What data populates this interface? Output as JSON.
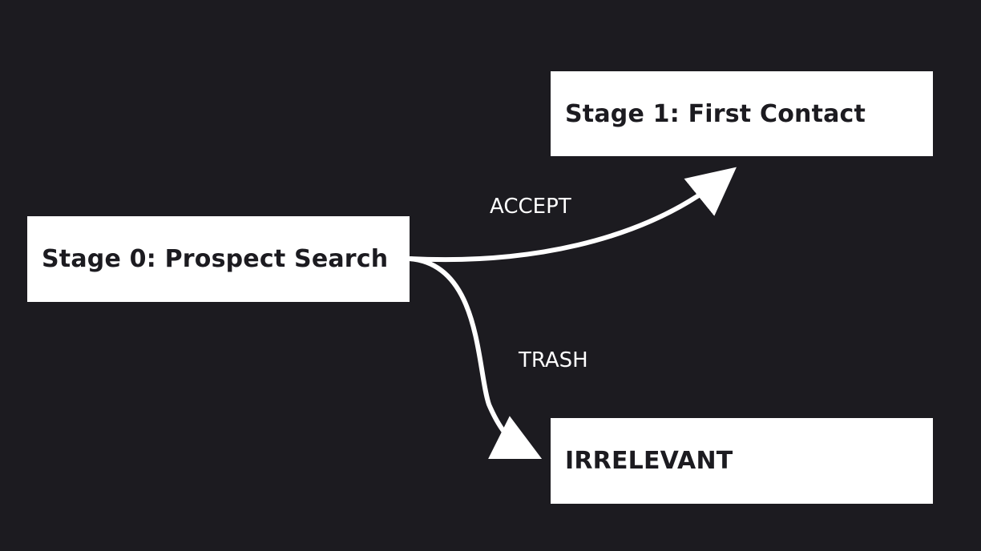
{
  "diagram": {
    "nodes": [
      {
        "id": "stage0",
        "label": "Stage 0: Prospect Search"
      },
      {
        "id": "stage1",
        "label": "Stage 1: First Contact"
      },
      {
        "id": "irrelevant",
        "label": "IRRELEVANT"
      }
    ],
    "edges": [
      {
        "from": "stage0",
        "to": "stage1",
        "label": "ACCEPT"
      },
      {
        "from": "stage0",
        "to": "irrelevant",
        "label": "TRASH"
      }
    ]
  },
  "colors": {
    "background": "#1c1b20",
    "node_fill": "#ffffff",
    "node_text": "#1c1b20",
    "edge": "#ffffff"
  }
}
